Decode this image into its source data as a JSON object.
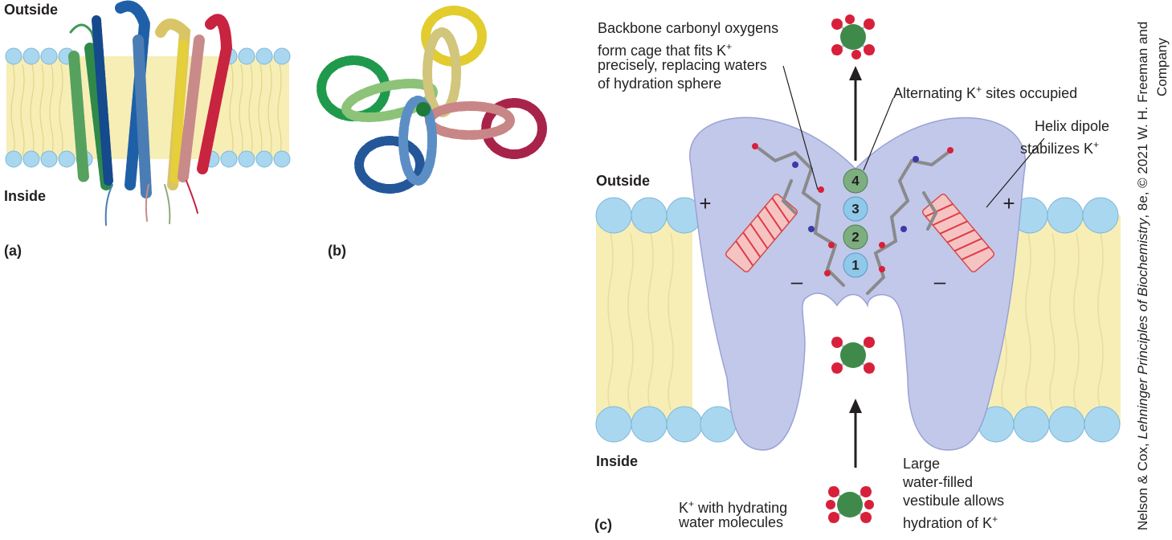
{
  "panel_a": {
    "outside_label": "Outside",
    "inside_label": "Inside",
    "letter": "(a)"
  },
  "panel_b": {
    "letter": "(b)"
  },
  "panel_c": {
    "letter": "(c)",
    "outside_label": "Outside",
    "inside_label": "Inside",
    "callout_backbone": "Backbone carbonyl oxygens form cage that fits K+ precisely, replacing waters of hydration sphere",
    "callout_backbone_lines": [
      "Backbone carbonyl oxygens",
      "form cage that fits K",
      "precisely, replacing waters",
      "of hydration sphere"
    ],
    "callout_alternating_text": "Alternating K",
    "callout_alternating_tail": " sites occupied",
    "callout_helix_lines": [
      "Helix dipole",
      "stabilizes K"
    ],
    "callout_hydrating_lines": [
      "K",
      " with hydrating",
      "water molecules"
    ],
    "callout_vestibule_lines": [
      "Large",
      "water-filled",
      "vestibule allows",
      "hydration of K"
    ],
    "superscript_plus": "+",
    "sites": [
      "4",
      "3",
      "2",
      "1"
    ],
    "plus_sign": "+",
    "minus_sign": "–"
  },
  "credit": {
    "line1_prefix": "Nelson & Cox, ",
    "line1_title": "Lehninger Principles of Biochemistry",
    "line1_suffix": ", 8e, © 2021 W. H. Freeman and",
    "line2": "Company"
  },
  "colors": {
    "membrane_yellow": "#f7eeb6",
    "head_blue": "#a9d7f0",
    "protein_lavender": "#c2c8ea",
    "helix_red": "#e8474c",
    "site_green": "#7dae7f",
    "site_blue": "#8fc9ea",
    "ion_green": "#3f8a4a",
    "oxygen_red": "#d8203a"
  }
}
